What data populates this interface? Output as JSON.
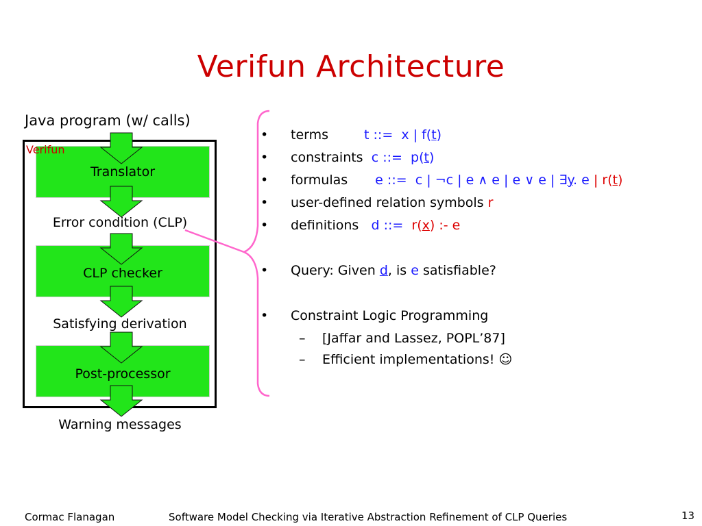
{
  "title": "Verifun Architecture",
  "diagram": {
    "input_label": "Java program (w/ calls)",
    "frame_label": "Verifun",
    "box1": "Translator",
    "mid1": "Error condition (CLP)",
    "box2": "CLP checker",
    "mid2": "Satisfying derivation",
    "box3": "Post-processor",
    "output_label": "Warning messages",
    "box_color": "#22e51a",
    "connector_color": "#ff66cc"
  },
  "bullets": {
    "marker": "•",
    "dash": "–",
    "terms": {
      "label": "terms",
      "lhs": "t",
      "def": "::=",
      "x": "x",
      "sep": "|",
      "f": "f(",
      "t": "t",
      "close": ")"
    },
    "constraints": {
      "label": "constraints",
      "lhs": "c",
      "def": "::=",
      "p": "p(",
      "t": "t",
      "close": ")"
    },
    "formulas": {
      "label": "formulas",
      "lhs": "e",
      "def": "::=",
      "c": "c",
      "sep": "|",
      "notc": "¬c",
      "e1": "e",
      "and": "∧",
      "e2": "e",
      "e3": "e",
      "or": "∨",
      "e4": "e",
      "exists": "∃",
      "y": "y",
      "dot": ".",
      "e5": "e",
      "r": "r(",
      "t": "t",
      "close": ")"
    },
    "relsym": {
      "text": "user-defined relation symbols",
      "r": "r"
    },
    "definitions": {
      "label": "definitions",
      "lhs": "d",
      "def": "::=",
      "r": "r(",
      "x": "x",
      "close": ")",
      "rest": ":- e"
    },
    "query": {
      "pre": "Query:  Given",
      "d": "d",
      "mid": ", is",
      "e": "e",
      "post": "satisfiable?"
    },
    "clp": "Constraint Logic Programming",
    "sub1": "[Jaffar and Lassez, POPL’87]",
    "sub2": "Efficient implementations!",
    "smiley": "☺"
  },
  "footer": {
    "author": "Cormac Flanagan",
    "talk": "Software Model Checking via Iterative Abstraction Refinement of CLP Queries",
    "page": "13"
  }
}
